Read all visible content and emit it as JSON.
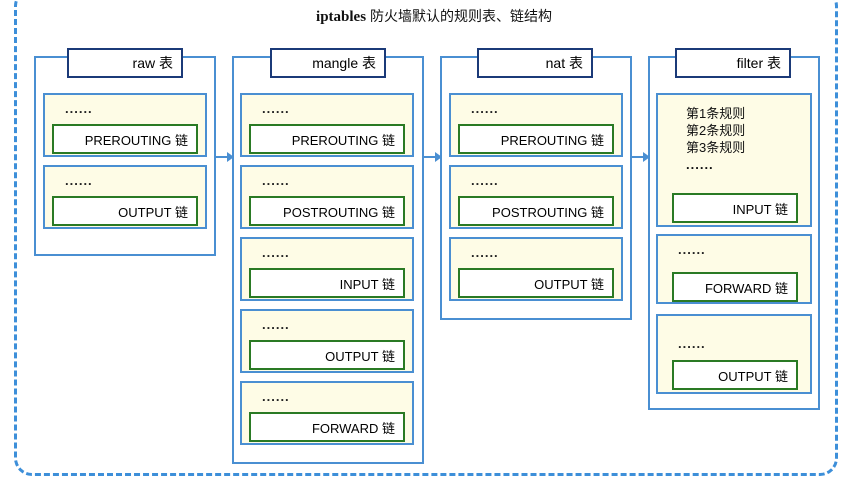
{
  "title": {
    "bold": "iptables",
    "rest": " 防火墙默认的规则表、链结构"
  },
  "tables": {
    "raw": {
      "name": "raw 表",
      "chains": [
        {
          "dots": "......",
          "label": "PREROUTING 链"
        },
        {
          "dots": "......",
          "label": "OUTPUT 链"
        }
      ]
    },
    "mangle": {
      "name": "mangle 表",
      "chains": [
        {
          "dots": "......",
          "label": "PREROUTING 链"
        },
        {
          "dots": "......",
          "label": "POSTROUTING 链"
        },
        {
          "dots": "......",
          "label": "INPUT 链"
        },
        {
          "dots": "......",
          "label": "OUTPUT 链"
        },
        {
          "dots": "......",
          "label": "FORWARD 链"
        }
      ]
    },
    "nat": {
      "name": "nat 表",
      "chains": [
        {
          "dots": "......",
          "label": "PREROUTING 链"
        },
        {
          "dots": "......",
          "label": "POSTROUTING 链"
        },
        {
          "dots": "......",
          "label": "OUTPUT 链"
        }
      ]
    },
    "filter": {
      "name": "filter 表",
      "rules": [
        "第1条规则",
        "第2条规则",
        "第3条规则",
        "......"
      ],
      "chains": [
        {
          "dots": "",
          "label": "INPUT 链"
        },
        {
          "dots": "......",
          "label": "FORWARD 链"
        },
        {
          "dots": "......",
          "label": "OUTPUT 链"
        }
      ]
    }
  }
}
